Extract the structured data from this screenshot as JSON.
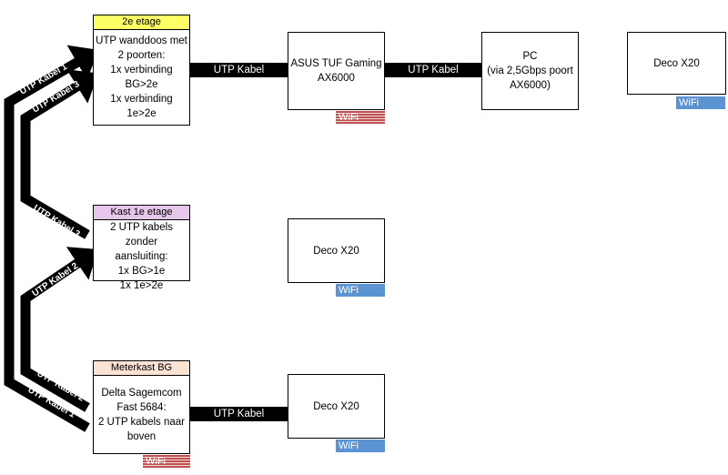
{
  "floors": {
    "top": {
      "header": "2e etage",
      "header_color": "#ffff66",
      "body": "UTP wanddoos met\n2 poorten:\n1x verbinding BG>2e\n1x verbinding 1e>2e"
    },
    "mid": {
      "header": "Kast 1e etage",
      "header_color": "#e6c6ea",
      "body": "2 UTP kabels zonder\naansluiting:\n1x BG>1e\n1x 1e>2e"
    },
    "bottom": {
      "header": "Meterkast BG",
      "header_color": "#fbe2d5",
      "body": "Delta Sagemcom\nFast 5684:\n2 UTP kabels naar\nboven",
      "wifi": "WiFi"
    }
  },
  "devices": {
    "router": {
      "label": "ASUS TUF Gaming\nAX6000",
      "wifi": "WiFi"
    },
    "pc": {
      "label": "PC\n(via 2,5Gbps poort\nAX6000)"
    },
    "deco_top": {
      "label": "Deco X20",
      "wifi": "WiFi"
    },
    "deco_mid": {
      "label": "Deco X20",
      "wifi": "WiFi"
    },
    "deco_bottom": {
      "label": "Deco X20",
      "wifi": "WiFi"
    }
  },
  "cables": {
    "top_left": "UTP Kabel",
    "top_right": "UTP Kabel",
    "bottom": "UTP Kabel"
  },
  "arrows": {
    "a1_top": "UTP Kabel 1",
    "a3_top": "UTP Kabel 3",
    "a3_mid": "UTP Kabel 3",
    "a2_mid": "UTP Kabel 2",
    "a2_bottom": "UTP Kabel 2",
    "a1_bottom": "UTP Kabel 1"
  },
  "colors": {
    "wifi_blue": "#5b93d3",
    "wifi_red": "#c0504d"
  }
}
